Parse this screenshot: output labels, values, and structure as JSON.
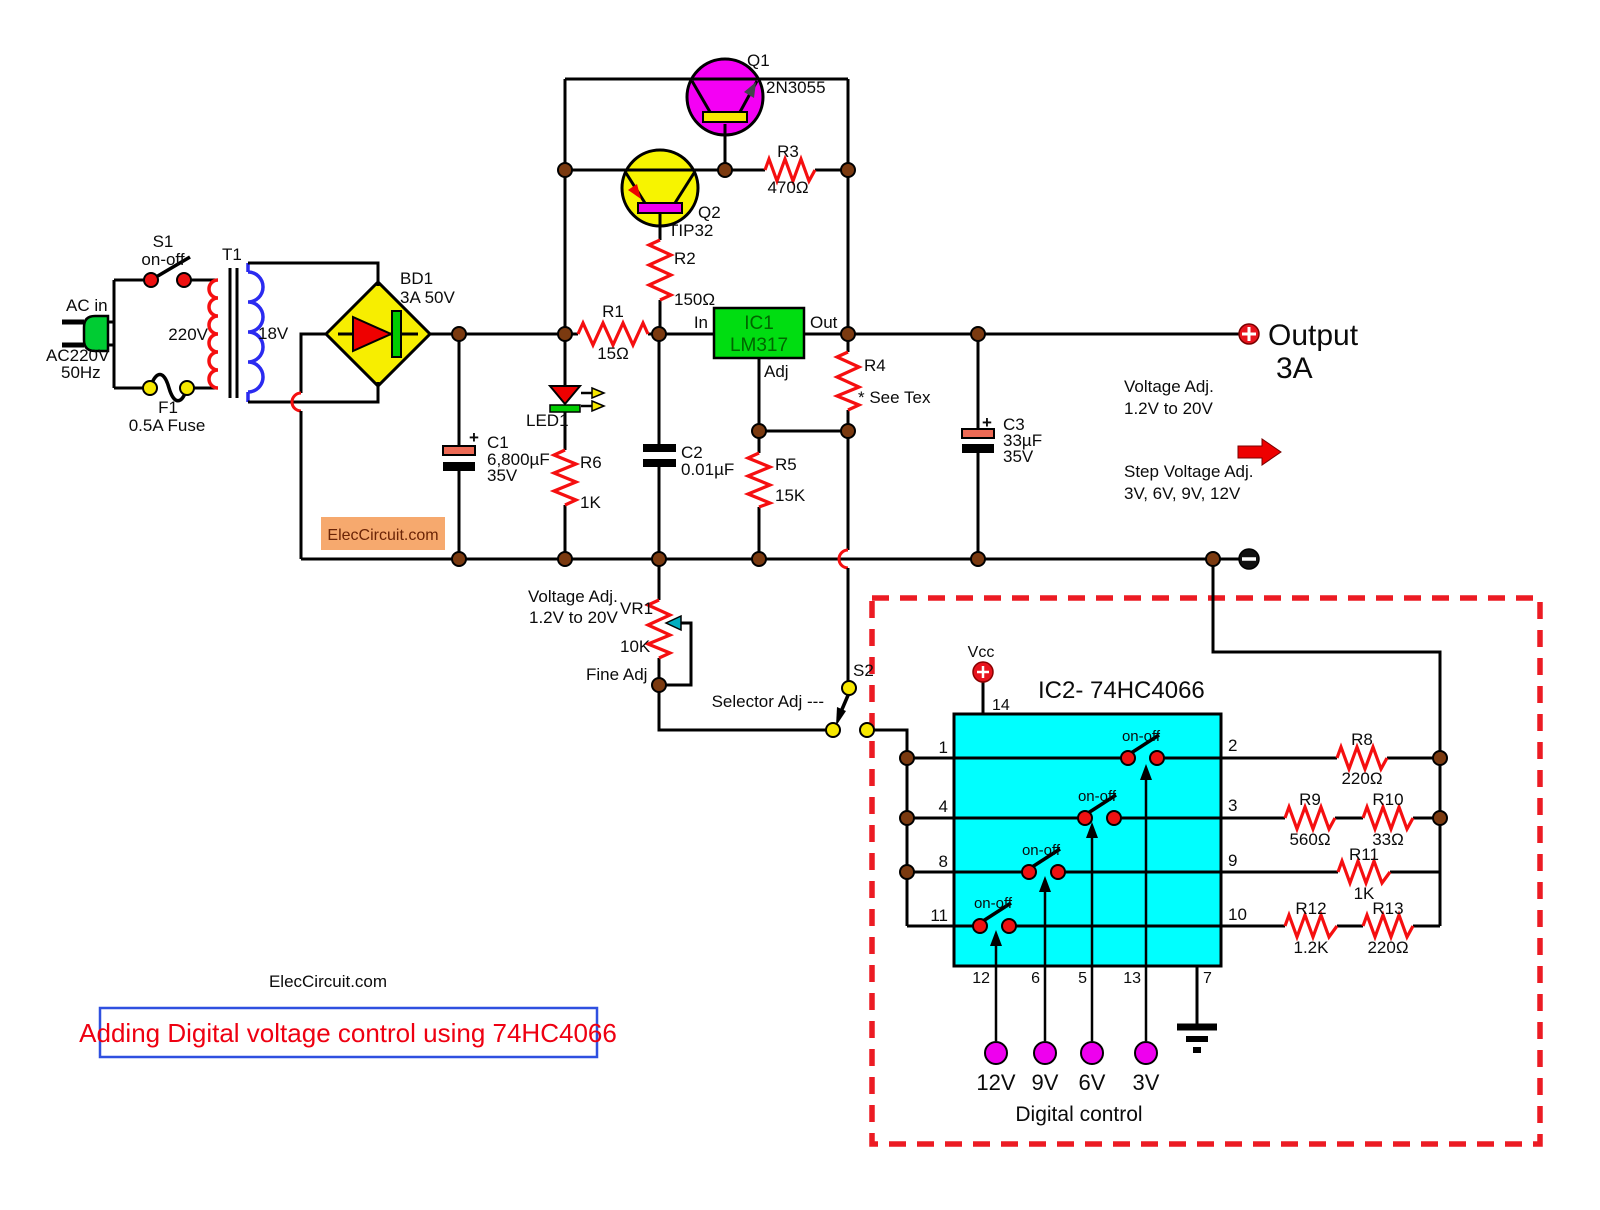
{
  "colors": {
    "wire": "#000000",
    "resistor": "#f50f10",
    "node": "#7b3a10",
    "ic1_fill": "#00dd11",
    "ic1_text": "#006600",
    "ic2_fill": "#00ffff",
    "q1_fill": "#f400f4",
    "q2_fill": "#f7f400",
    "bridge_fill": "#f7ee00",
    "cap_plus_plate": "#ed6a55",
    "led_red": "#ee0000",
    "led_bar": "#00cc00",
    "contact_red": "#ee1111",
    "contact_yellow": "#f7e800",
    "pin_magenta": "#ee00ee",
    "plug_green": "#00cc33",
    "coil_primary": "#f50f10",
    "coil_secondary": "#2a2af0",
    "dashed_border": "#ec1b23",
    "title_text": "#ee0011",
    "title_border": "#2f50e0",
    "badge_bg": "#f6a96e",
    "arrow_red": "#ee0000",
    "wiper": "#00aec0"
  },
  "input": {
    "ac_label": "AC in",
    "ac_line1": "AC220V",
    "ac_line2": "50Hz",
    "s1_ref": "S1",
    "s1_state": "on-off",
    "f1_ref": "F1",
    "f1_value": "0.5A Fuse",
    "t1_ref": "T1",
    "t1_primary": "220V",
    "t1_secondary": "18V",
    "bd1_ref": "BD1",
    "bd1_rating": "3A 50V"
  },
  "main": {
    "q1_ref": "Q1",
    "q1_part": "2N3055",
    "q2_ref": "Q2",
    "q2_part": "TIP32",
    "r1_ref": "R1",
    "r1_val": "15Ω",
    "r2_ref": "R2",
    "r2_val": "150Ω",
    "r3_ref": "R3",
    "r3_val": "470Ω",
    "r4_ref": "R4",
    "r4_val": "* See Tex",
    "r5_ref": "R5",
    "r5_val": "15K",
    "r6_ref": "R6",
    "r6_val": "1K",
    "c1_ref": "C1",
    "c1_val": "6,800µF",
    "c1_v": "35V",
    "c1_plus": "+",
    "c2_ref": "C2",
    "c2_val": "0.01µF",
    "c3_ref": "C3",
    "c3_val": "33µF",
    "c3_v": "35V",
    "c3_plus": "+",
    "led_ref": "LED1",
    "ic1_ref": "IC1",
    "ic1_part": "LM317",
    "ic1_in": "In",
    "ic1_out": "Out",
    "ic1_adj": "Adj",
    "vr1_ref": "VR1",
    "vr1_val": "10K",
    "vr1_note": "Fine Adj",
    "vr1_head1": "Voltage Adj.",
    "vr1_head2": "1.2V to 20V"
  },
  "output": {
    "label": "Output",
    "current": "3A",
    "adj1": "Voltage Adj.",
    "adj2": "1.2V to 20V",
    "step1": "Step Voltage Adj.",
    "step2": "3V, 6V, 9V, 12V"
  },
  "selector": {
    "s2_ref": "S2",
    "note": "Selector Adj ---"
  },
  "ic2": {
    "title": "IC2- 74HC4066",
    "vcc": "Vcc",
    "sw1": "on-off",
    "sw2": "on-off",
    "sw3": "on-off",
    "sw4": "on-off",
    "p1": "1",
    "p2": "2",
    "p3": "3",
    "p4": "4",
    "p5": "5",
    "p6": "6",
    "p7": "7",
    "p8": "8",
    "p9": "9",
    "p10": "10",
    "p11": "11",
    "p12": "12",
    "p13": "13",
    "p14": "14",
    "r8_ref": "R8",
    "r8_val": "220Ω",
    "r9_ref": "R9",
    "r9_val": "560Ω",
    "r10_ref": "R10",
    "r10_val": "33Ω",
    "r11_ref": "R11",
    "r11_val": "1K",
    "r12_ref": "R12",
    "r12_val": "1.2K",
    "r13_ref": "R13",
    "r13_val": "220Ω"
  },
  "digital": {
    "caption": "Digital control",
    "v12": "12V",
    "v9": "9V",
    "v6": "6V",
    "v3": "3V"
  },
  "branding": {
    "badge": "ElecCircuit.com",
    "footer": "ElecCircuit.com"
  },
  "title_block": {
    "text": "Adding Digital voltage control using 74HC4066"
  }
}
